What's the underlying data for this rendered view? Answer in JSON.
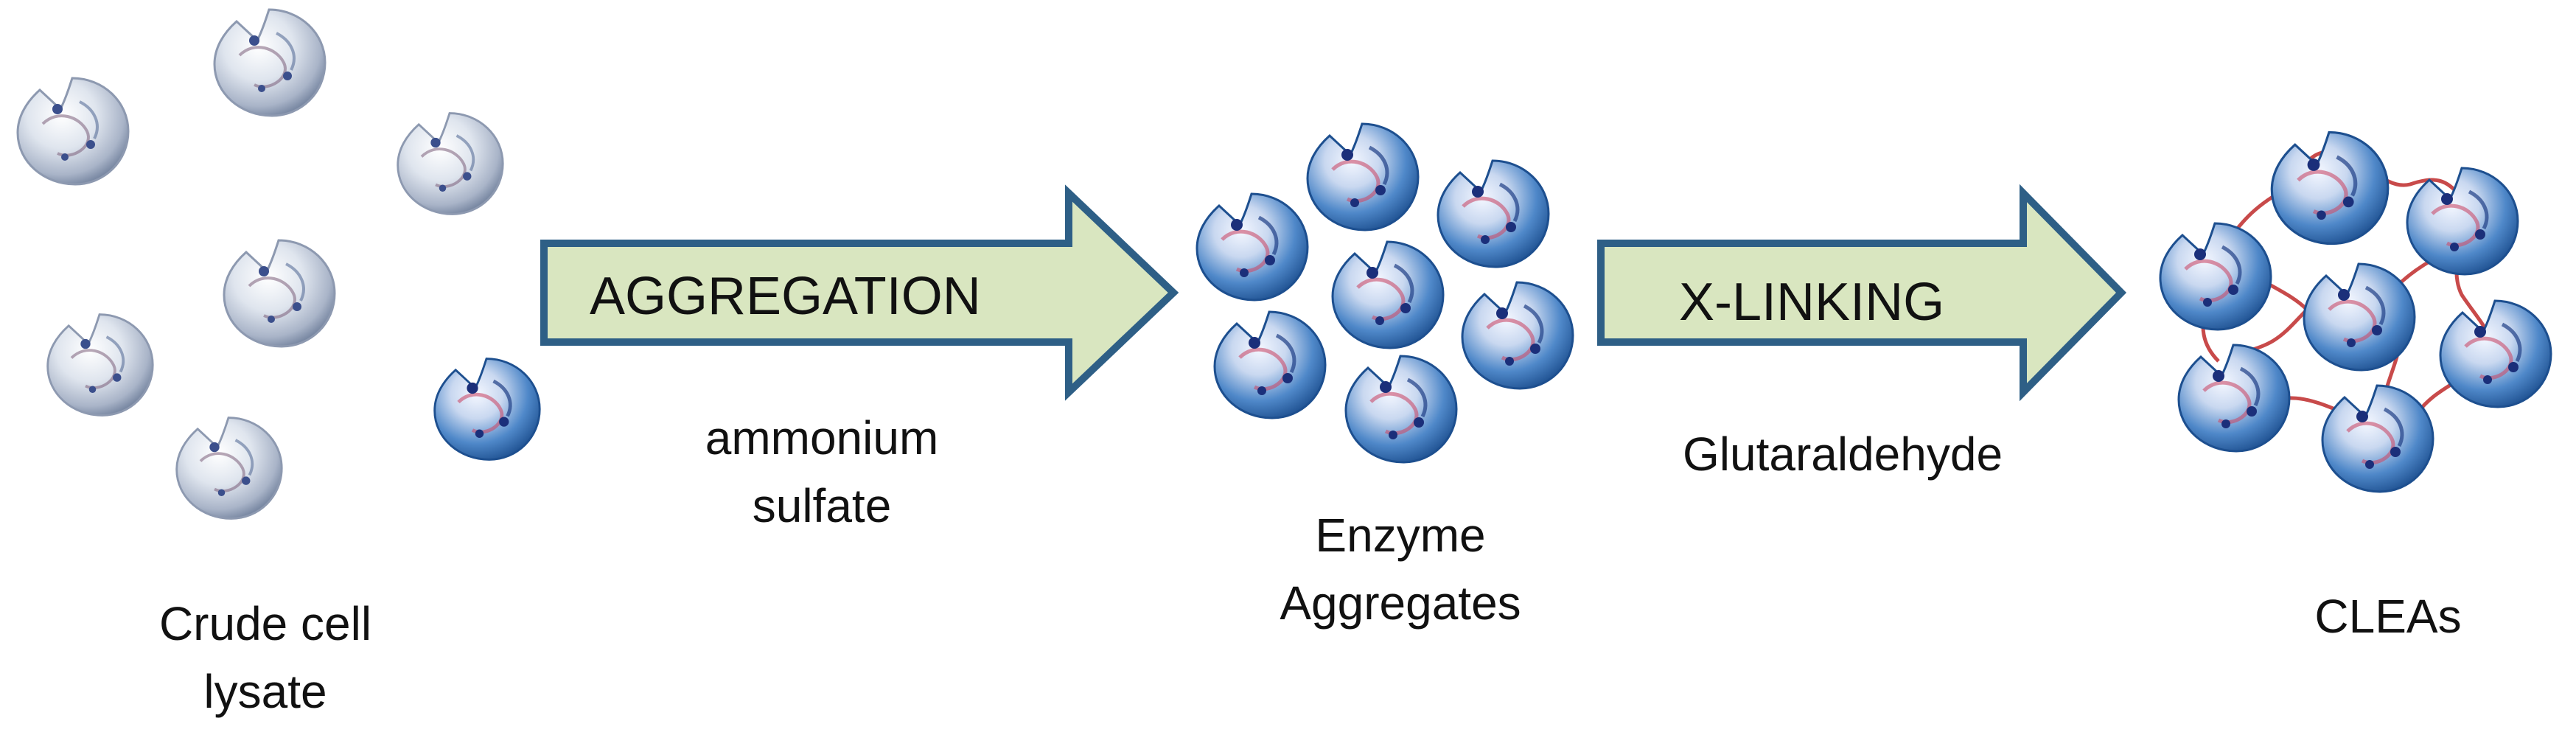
{
  "stages": {
    "crude": {
      "line1": "Crude cell",
      "line2": "lysate"
    },
    "aggregates": {
      "line1": "Enzyme",
      "line2": "Aggregates"
    },
    "cleas": {
      "line1": "CLEAs"
    }
  },
  "steps": {
    "aggregation": {
      "arrow_label": "AGGREGATION",
      "reagent_line1": "ammonium",
      "reagent_line2": "sulfate"
    },
    "xlinking": {
      "arrow_label": "X-LINKING",
      "reagent_line1": "Glutaraldehyde"
    }
  },
  "colors": {
    "arrow_fill": "#d9e6c0",
    "arrow_stroke": "#2e5f86",
    "crosslink": "#c84a4a",
    "enzyme_blue": "#2f6fb5",
    "lysate_gray": "#a9b4c8"
  }
}
